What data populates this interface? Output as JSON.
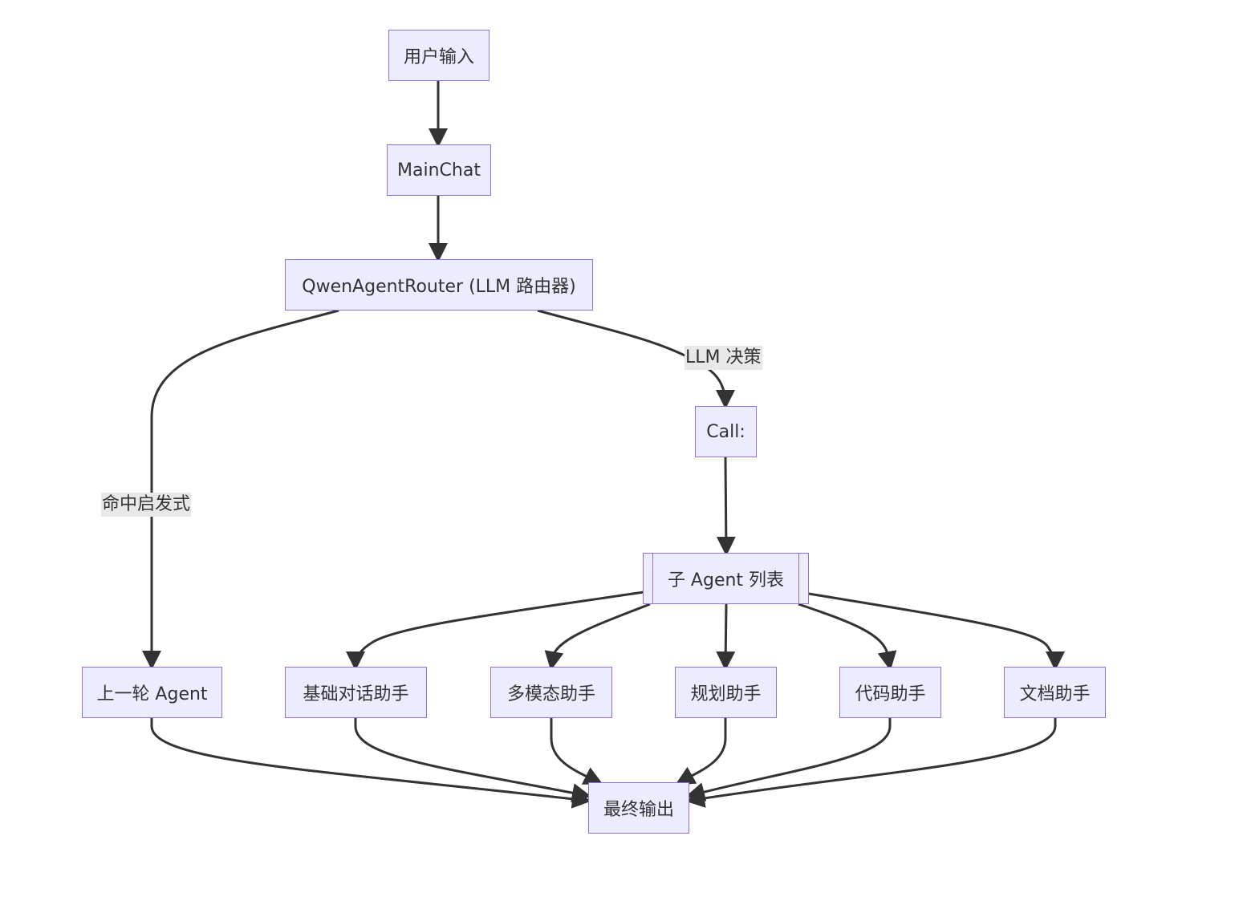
{
  "diagram": {
    "type": "flowchart",
    "direction": "top-down",
    "colors": {
      "node_fill": "#ECECFF",
      "node_border": "#9370DB",
      "edge": "#333333",
      "label_bg": "#e8e8e8",
      "text": "#333333"
    },
    "nodes": {
      "user_input": "用户输入",
      "main_chat": "MainChat",
      "router": "QwenAgentRouter (LLM 路由器)",
      "call": "Call:",
      "sub_agent_list": "子 Agent 列表",
      "prev_agent": "上一轮 Agent",
      "basic_chat": "基础对话助手",
      "multimodal": "多模态助手",
      "planning": "规划助手",
      "code": "代码助手",
      "document": "文档助手",
      "final_output": "最终输出"
    },
    "edge_labels": {
      "heuristic_hit": "命中启发式",
      "llm_decision": "LLM 决策"
    },
    "edges": [
      {
        "from": "user_input",
        "to": "main_chat"
      },
      {
        "from": "main_chat",
        "to": "router"
      },
      {
        "from": "router",
        "to": "prev_agent",
        "label": "命中启发式"
      },
      {
        "from": "router",
        "to": "call",
        "label": "LLM 决策"
      },
      {
        "from": "call",
        "to": "sub_agent_list"
      },
      {
        "from": "sub_agent_list",
        "to": "basic_chat"
      },
      {
        "from": "sub_agent_list",
        "to": "multimodal"
      },
      {
        "from": "sub_agent_list",
        "to": "planning"
      },
      {
        "from": "sub_agent_list",
        "to": "code"
      },
      {
        "from": "sub_agent_list",
        "to": "document"
      },
      {
        "from": "prev_agent",
        "to": "final_output"
      },
      {
        "from": "basic_chat",
        "to": "final_output"
      },
      {
        "from": "multimodal",
        "to": "final_output"
      },
      {
        "from": "planning",
        "to": "final_output"
      },
      {
        "from": "code",
        "to": "final_output"
      },
      {
        "from": "document",
        "to": "final_output"
      }
    ]
  }
}
